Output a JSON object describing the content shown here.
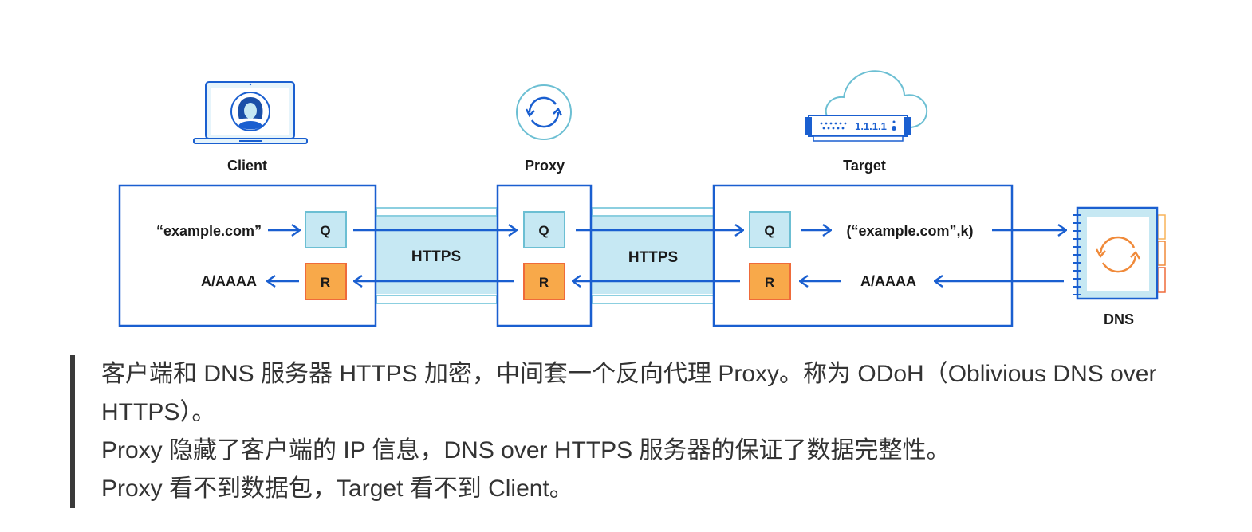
{
  "diagram": {
    "nodes": {
      "client": {
        "label": "Client"
      },
      "proxy": {
        "label": "Proxy"
      },
      "target": {
        "label": "Target",
        "server_label": "1.1.1.1"
      },
      "dns": {
        "label": "DNS"
      }
    },
    "client_box": {
      "query_input": "“example.com”",
      "response_output": "A/AAAA",
      "q_label": "Q",
      "r_label": "R"
    },
    "proxy_box": {
      "q_label": "Q",
      "r_label": "R"
    },
    "target_box": {
      "q_label": "Q",
      "r_label": "R",
      "query_output": "(“example.com”,k)",
      "response_input": "A/AAAA"
    },
    "tunnels": [
      {
        "label": "HTTPS"
      },
      {
        "label": "HTTPS"
      }
    ],
    "colors": {
      "blue": "#1a5fd0",
      "light_blue": "#c6e8f3",
      "teal": "#6cbfd3",
      "orange": "#f8a94a",
      "orange_border": "#ef6b3a",
      "dns_icon": "#f08a3a"
    }
  },
  "caption": {
    "lines": [
      "客户端和 DNS 服务器 HTTPS 加密，中间套一个反向代理 Proxy。称为 ODoH（Oblivious DNS over HTTPS）。",
      "Proxy 隐藏了客户端的 IP 信息，DNS over HTTPS 服务器的保证了数据完整性。",
      "Proxy 看不到数据包，Target 看不到 Client。"
    ]
  }
}
